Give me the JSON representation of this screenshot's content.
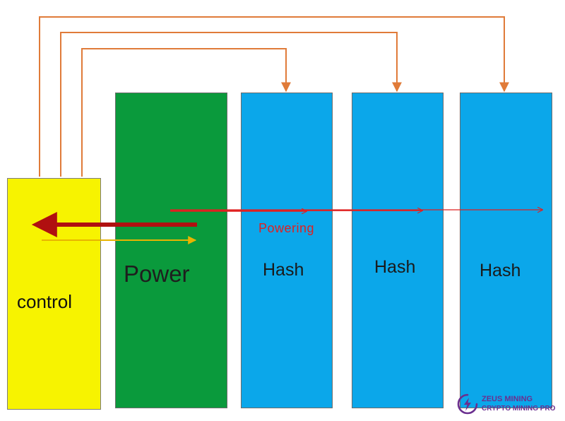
{
  "blocks": {
    "control": "control",
    "power": "Power",
    "hash_1": "Hash",
    "hash_2": "Hash",
    "hash_3": "Hash"
  },
  "annotations": {
    "powering": "Powering"
  },
  "logo": {
    "line1": "ZEUS MINING",
    "line2": "CRYPTO MINING PRO"
  },
  "colors": {
    "control_fill": "#f7f300",
    "power_fill": "#0a9a3c",
    "hash_fill": "#0ba7ea",
    "signal_line": "#e07b39",
    "power_line": "#e02020",
    "feedback_arrow": "#b01010",
    "control_arrow": "#e8b400",
    "logo": "#6a2f8f"
  }
}
